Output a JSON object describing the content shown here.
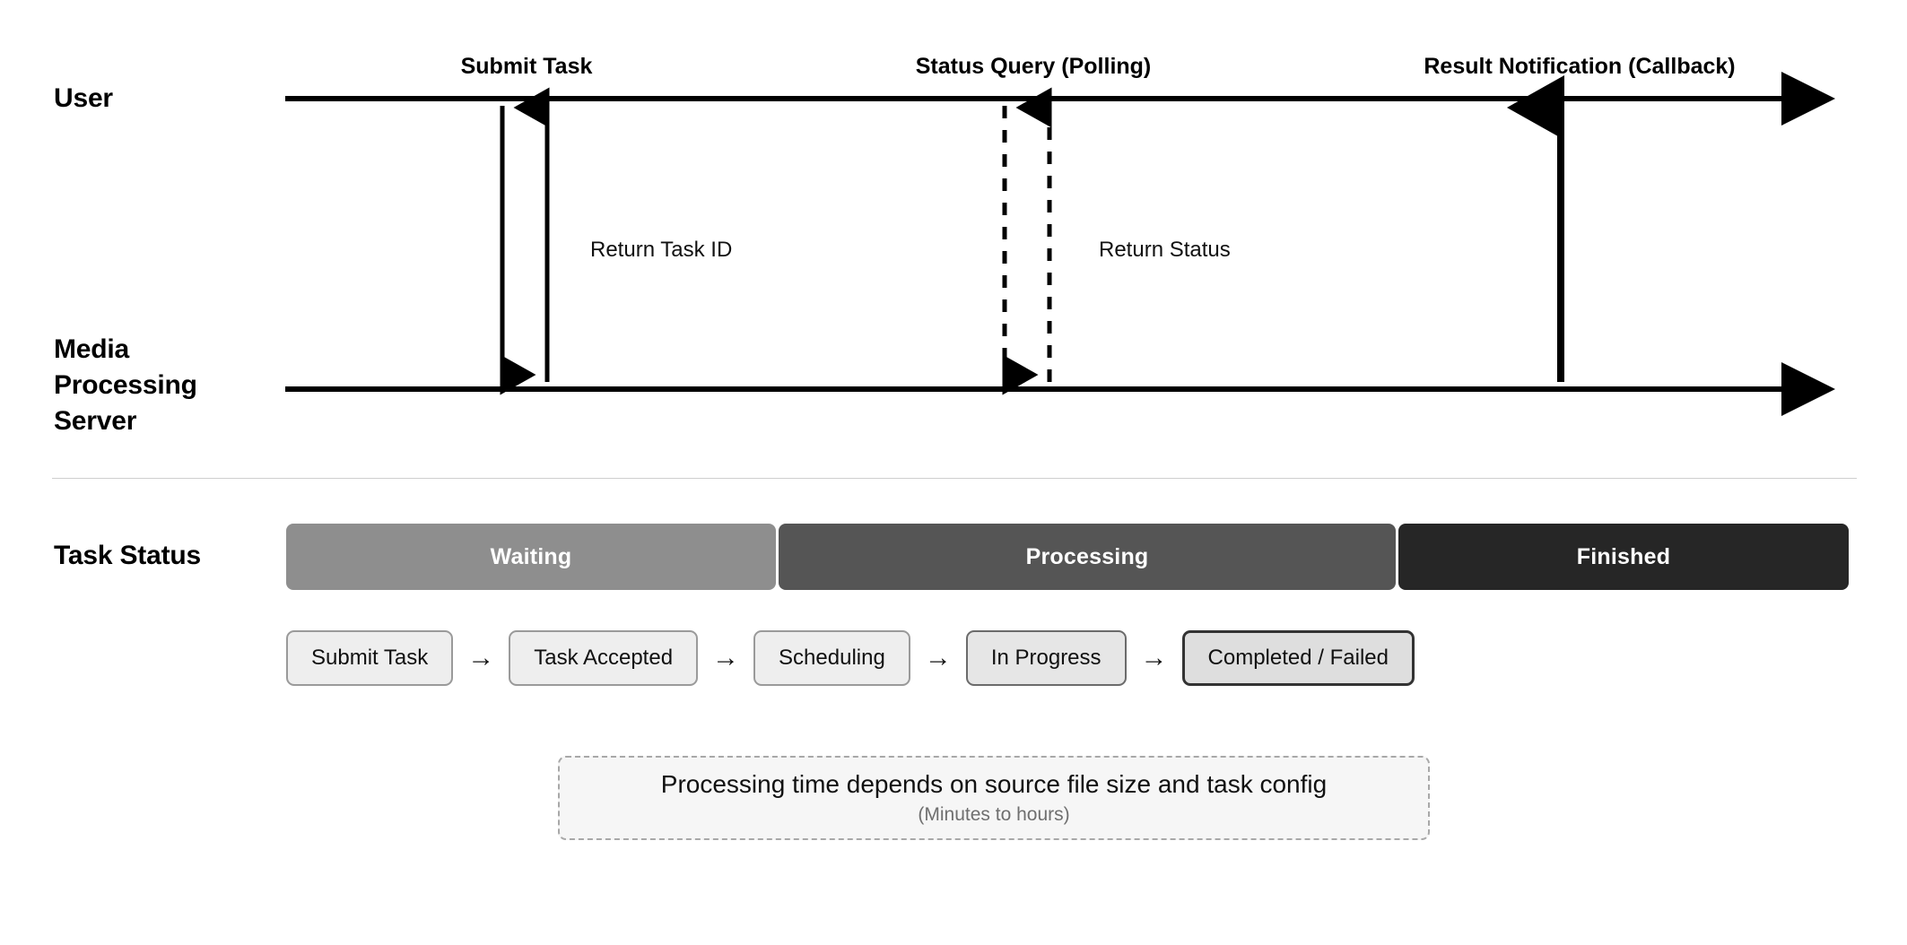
{
  "lanes": {
    "user": "User",
    "server": "Media\nProcessing\nServer",
    "task_status": "Task Status"
  },
  "sequence": {
    "messages": [
      {
        "caption": "Submit Task",
        "inline_label": "Return Task ID",
        "style": "solid"
      },
      {
        "caption": "Status Query (Polling)",
        "inline_label": "Return Status",
        "style": "dashed"
      },
      {
        "caption": "Result Notification (Callback)",
        "inline_label": "",
        "style": "solid"
      }
    ],
    "captions": {
      "submit": "Submit Task",
      "polling": "Status Query (Polling)",
      "callback": "Result Notification (Callback)"
    },
    "inline_labels": {
      "return_task_id": "Return Task ID",
      "return_status": "Return Status"
    }
  },
  "status_bar": {
    "segments": [
      {
        "label": "Waiting",
        "color": "#8e8e8e"
      },
      {
        "label": "Processing",
        "color": "#555555"
      },
      {
        "label": "Finished",
        "color": "#262626"
      }
    ]
  },
  "steps": {
    "arrow_glyph": "→",
    "items": [
      {
        "label": "Submit Task"
      },
      {
        "label": "Task Accepted"
      },
      {
        "label": "Scheduling"
      },
      {
        "label": "In Progress"
      },
      {
        "label": "Completed / Failed"
      }
    ]
  },
  "note": {
    "main": "Processing time depends on source file size and task config",
    "sub": "(Minutes to hours)"
  },
  "colors": {
    "background": "#ffffff",
    "line": "#000000",
    "divider": "#cfcfcf",
    "note_bg": "#f6f6f6",
    "note_border": "#a8a8a8"
  }
}
